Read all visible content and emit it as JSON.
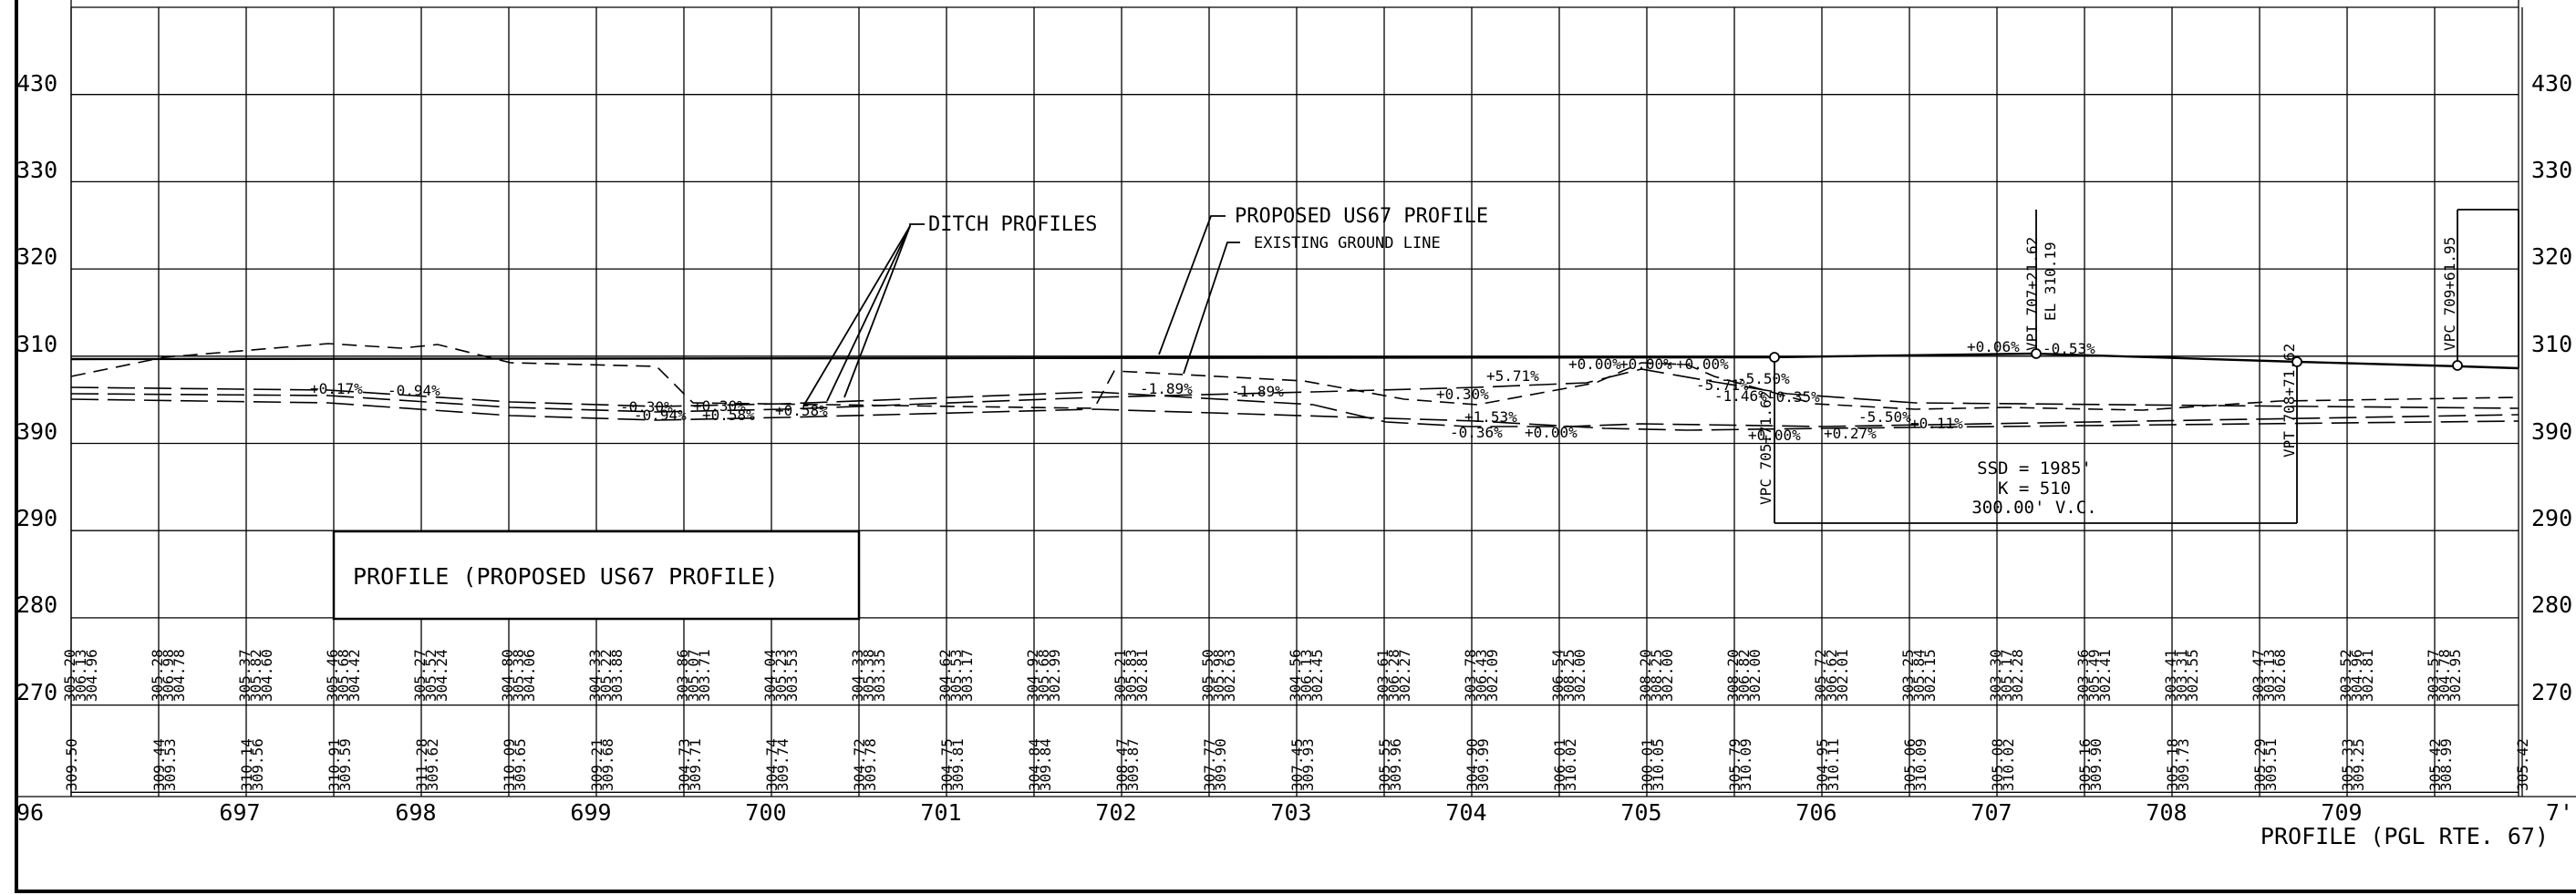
{
  "sheet": {
    "elevations": [
      "430",
      "330",
      "320",
      "310",
      "390",
      "290",
      "280",
      "270"
    ],
    "stations": [
      "96",
      "697",
      "698",
      "699",
      "700",
      "701",
      "702",
      "703",
      "704",
      "705",
      "706",
      "707",
      "708",
      "709",
      "7'"
    ],
    "sheet_title": "PROFILE (PGL RTE. 67)",
    "profile_box_label": "PROFILE (PROPOSED US67 PROFILE)"
  },
  "callouts": {
    "ditch_profiles": "DITCH PROFILES",
    "proposed_profile": "PROPOSED US67 PROFILE",
    "existing_ground": "EXISTING GROUND LINE"
  },
  "grade_labels": [
    "+0.17%",
    "-0.94%",
    "-0.30%",
    "-0.94%",
    "+0.30%",
    "+0.58%",
    "+0.58%",
    "-1.89%",
    "-1.89%",
    "+0.30%",
    "-0.36%",
    "+0.00%",
    "+5.71%",
    "+1.53%",
    "+0.00%",
    "+0.00%",
    "+0.00%",
    "-5.71%",
    "-1.46%",
    "-5.50%",
    "-0.35%",
    "+0.00%",
    "+0.27%",
    "-5.50%",
    "+0.11%",
    "+0.06%",
    "-0.53%"
  ],
  "curve_data": {
    "vpi_station": "VPI 707+21.62",
    "vpi_elevation": "EL 310.19",
    "vpc_left": "VPC 705+71.62",
    "vpt": "VPT 708+71.62",
    "vpc_right": "VPC 709+61.95",
    "ssd": "SSD = 1985'",
    "k_value": "K = 510",
    "vertical_curve": "300.00' V.C."
  },
  "elevation_table": [
    [
      "305.20",
      "306.13",
      "304.96"
    ],
    [
      "305.28",
      "306.98",
      "304.78"
    ],
    [
      "305.37",
      "305.82",
      "304.60"
    ],
    [
      "305.46",
      "305.68",
      "304.42"
    ],
    [
      "305.27",
      "305.52",
      "304.24"
    ],
    [
      "304.80",
      "305.38",
      "304.06"
    ],
    [
      "304.33",
      "305.22",
      "303.88"
    ],
    [
      "303.86",
      "305.07",
      "303.71"
    ],
    [
      "304.04",
      "305.23",
      "303.53"
    ],
    [
      "304.33",
      "305.38",
      "303.35"
    ],
    [
      "304.62",
      "305.53",
      "303.17"
    ],
    [
      "304.92",
      "305.68",
      "302.99"
    ],
    [
      "305.21",
      "305.83",
      "302.81"
    ],
    [
      "305.50",
      "305.98",
      "302.63"
    ],
    [
      "304.56",
      "306.13",
      "302.45"
    ],
    [
      "303.61",
      "306.28",
      "302.27"
    ],
    [
      "303.78",
      "306.43",
      "302.09"
    ],
    [
      "306.54",
      "308.25",
      "302.00"
    ],
    [
      "308.20",
      "308.25",
      "302.00"
    ],
    [
      "308.20",
      "306.82",
      "302.00"
    ],
    [
      "305.72",
      "306.62",
      "302.01"
    ],
    [
      "303.25",
      "305.84",
      "302.15"
    ],
    [
      "303.30",
      "305.17",
      "302.28"
    ],
    [
      "303.36",
      "305.49",
      "302.41"
    ],
    [
      "303.41",
      "303.31",
      "302.55"
    ],
    [
      "303.47",
      "303.13",
      "302.68"
    ],
    [
      "303.52",
      "304.96",
      "302.81"
    ],
    [
      "303.57",
      "304.78",
      "302.95"
    ]
  ],
  "station_elevations": [
    [
      "309.50",
      ""
    ],
    [
      "309.44",
      "309.53"
    ],
    [
      "310.14",
      "309.56"
    ],
    [
      "310.91",
      "309.59"
    ],
    [
      "311.28",
      "309.62"
    ],
    [
      "310.09",
      "309.65"
    ],
    [
      "309.21",
      "309.68"
    ],
    [
      "304.73",
      "309.71"
    ],
    [
      "304.74",
      "309.74"
    ],
    [
      "304.72",
      "309.78"
    ],
    [
      "304.75",
      "309.81"
    ],
    [
      "304.84",
      "309.84"
    ],
    [
      "308.47",
      "309.87"
    ],
    [
      "307.77",
      "309.90"
    ],
    [
      "307.45",
      "309.93"
    ],
    [
      "305.55",
      "309.96"
    ],
    [
      "304.90",
      "309.99"
    ],
    [
      "306.01",
      "310.02"
    ],
    [
      "300.01",
      "310.05"
    ],
    [
      "305.79",
      "310.09"
    ],
    [
      "304.95",
      "310.11"
    ],
    [
      "305.06",
      "310.09"
    ],
    [
      "305.08",
      "310.02"
    ],
    [
      "305.16",
      "309.90"
    ],
    [
      "305.18",
      "309.73"
    ],
    [
      "305.29",
      "309.51"
    ],
    [
      "305.33",
      "309.25"
    ],
    [
      "305.42",
      "308.99"
    ],
    [
      "305.42",
      ""
    ]
  ]
}
